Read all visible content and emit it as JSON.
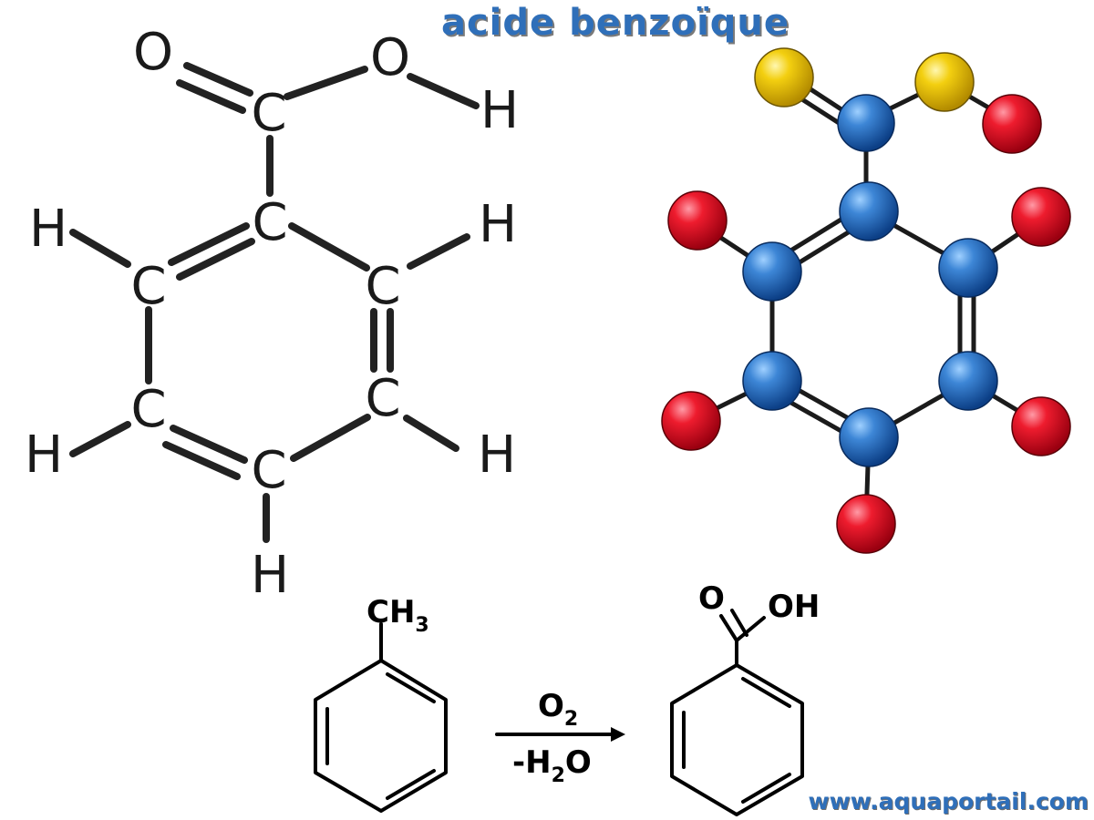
{
  "title": "acide benzoïque",
  "website": "www.aquaportail.com",
  "structural_formula": {
    "atoms": {
      "o_carbonyl": "O",
      "o_hydroxyl": "O",
      "h_hydroxyl": "H",
      "c_carboxyl": "C",
      "c_ipso": "C",
      "c_left_top": "C",
      "c_right_top": "C",
      "c_left_bottom": "C",
      "c_right_bottom": "C",
      "c_bottom": "C",
      "h_left_top": "H",
      "h_right_top": "H",
      "h_left_bottom": "H",
      "h_right_bottom": "H",
      "h_bottom": "H"
    }
  },
  "ball_model": {
    "colors": {
      "carbon": "#1f5fae",
      "oxygen": "#f2c400",
      "hydrogen": "#e0001c"
    }
  },
  "reaction": {
    "reactant_substituent": "CH",
    "reactant_subscript": "3",
    "reagent_top": "O",
    "reagent_top_subscript": "2",
    "reagent_bottom_prefix": "-H",
    "reagent_bottom_subscript": "2",
    "reagent_bottom_suffix": "O",
    "product_carbonyl_o": "O",
    "product_hydroxyl": "OH"
  }
}
